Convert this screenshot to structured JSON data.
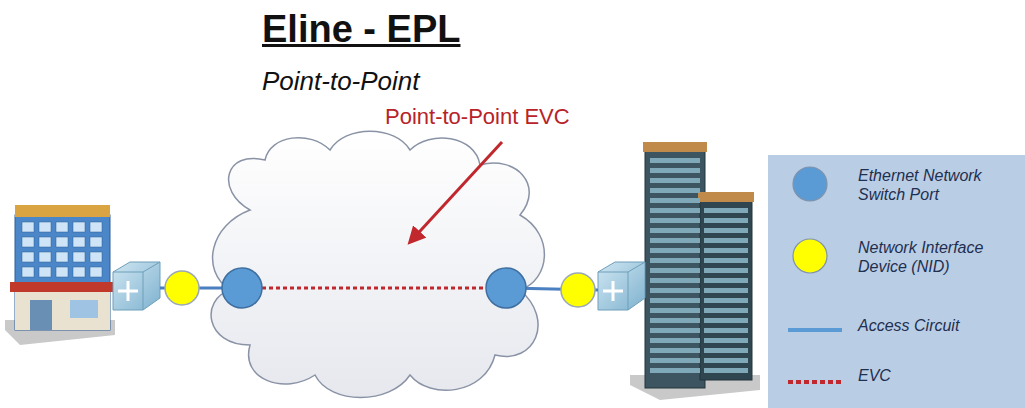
{
  "diagram": {
    "title": "Eline - EPL",
    "labels": [
      "Point-to-Point",
      "Point-to-Point EVC"
    ],
    "legend": [
      {
        "text": "Ethernet Network Switch Port",
        "color": "#5b9bd5"
      },
      {
        "text": "Network Interface Device (NID)",
        "color": "#ffff00"
      },
      {
        "text": "Access Circuit"
      },
      {
        "text": "EVC"
      }
    ]
  }
}
